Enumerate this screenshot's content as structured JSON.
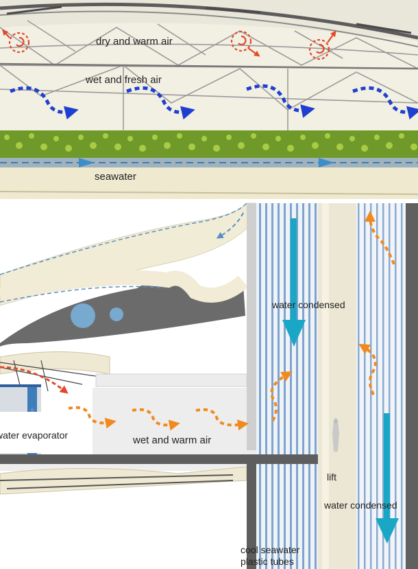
{
  "top_panel": {
    "labels": {
      "dry_warm_air": "dry and warm  air",
      "wet_fresh_air": "wet and fresh air",
      "seawater": "seawater"
    }
  },
  "bottom_panel": {
    "labels": {
      "water_condensed_1": "water condensed",
      "water_evaporator": "water evaporator",
      "wet_warm_air": "wet and warm air",
      "lift": "lift",
      "water_condensed_2": "water condensed",
      "cool_seawater_line1": "cool seawater",
      "cool_seawater_line2": "plastic tubes"
    }
  },
  "colors": {
    "blue_arrow": "#1f3fd0",
    "red_swirl": "#e04a2a",
    "orange_arrow": "#f08a1e",
    "cyan_arrow": "#1aa7c6",
    "plants": "#8bb52f"
  }
}
